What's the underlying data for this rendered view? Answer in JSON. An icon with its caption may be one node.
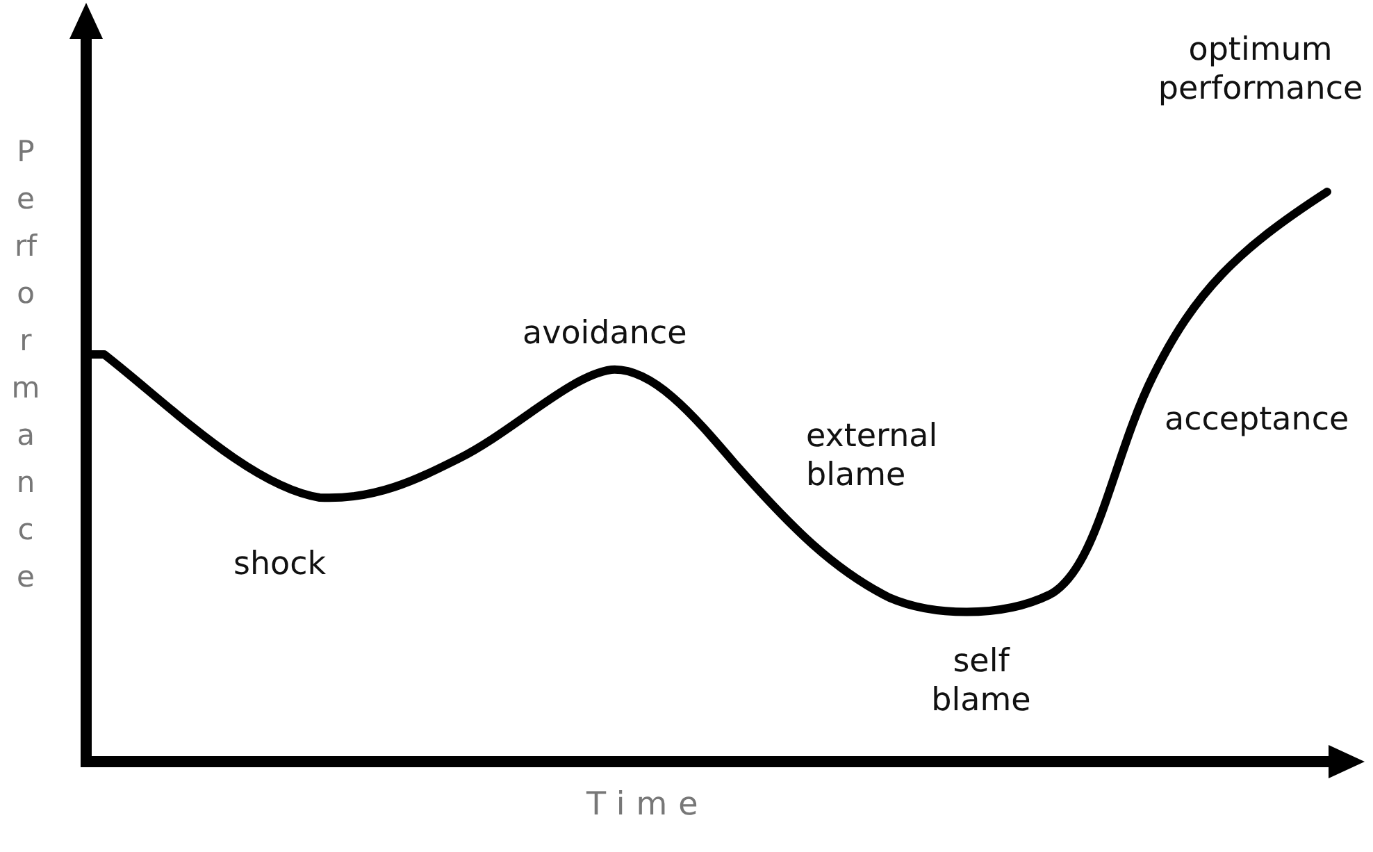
{
  "diagram": {
    "labels": [
      "optimum performance",
      "Performance",
      "avoidance",
      "external blame",
      "acceptance",
      "shock",
      "self blame",
      "Time"
    ]
  }
}
